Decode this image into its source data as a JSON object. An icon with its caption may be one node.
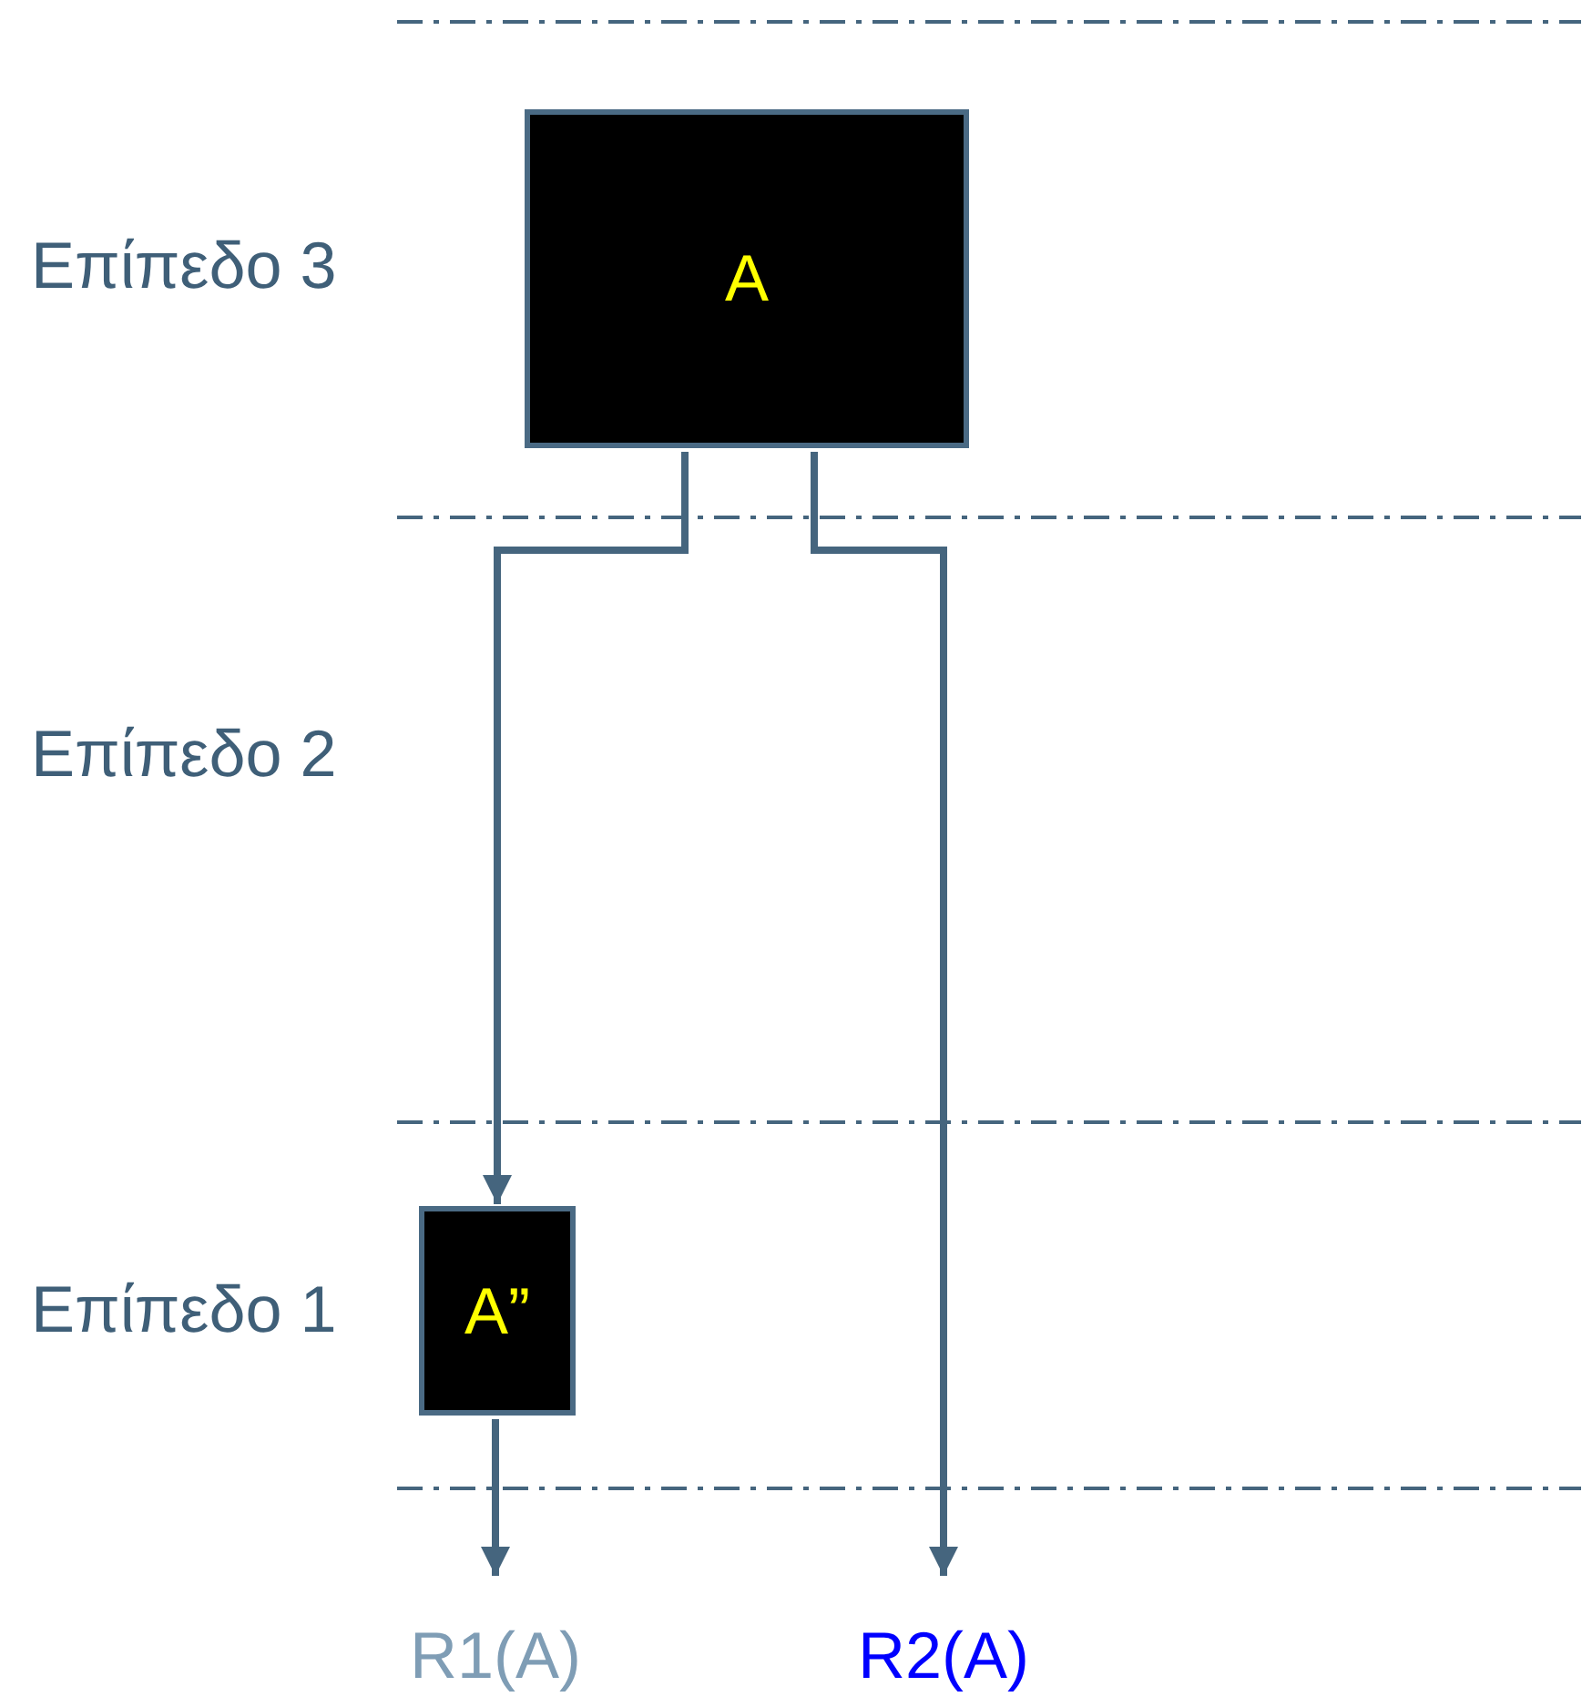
{
  "diagram": {
    "nodes": [
      {
        "text": [
          "A"
        ]
      },
      {
        "text": [
          "A”"
        ]
      },
      {
        "text": [
          "R1(A)"
        ]
      },
      {
        "text": [
          "R2(A)"
        ]
      }
    ],
    "edges": [
      {
        "from": 0,
        "to": 1,
        "arrow": "to"
      },
      {
        "from": 1,
        "to": 2,
        "arrow": "to"
      },
      {
        "from": 0,
        "to": 3,
        "arrow": "to"
      }
    ],
    "labels": [
      "Επίπεδο 3",
      "Επίπεδο 2",
      "Επίπεδο 1"
    ]
  }
}
